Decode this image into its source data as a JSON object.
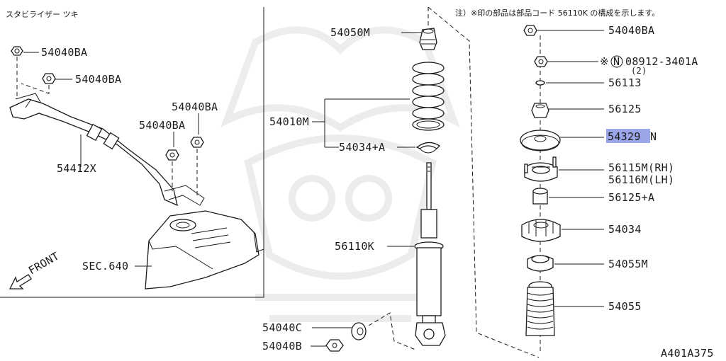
{
  "left_panel": {
    "title": "スタビライザー ツキ",
    "labels": {
      "nut_a": "54040BA",
      "nut_b": "54040BA",
      "nut_c": "54040BA",
      "nut_d": "54040BA",
      "stabilizer_bar": "54412X",
      "section_ref": "SEC.640",
      "front_arrow": "FRONT"
    }
  },
  "note": "注）※印の部品は部品コード 56110K の構成を示します。",
  "middle": {
    "bump_stopper": "54050M",
    "coil_spring": "54010M",
    "spring_seat": "54034+A",
    "strut": "56110K",
    "washer": "54040C",
    "bushing_nut": "54040B"
  },
  "right": {
    "top_nut": "54040BA",
    "nut_marked": "※",
    "nut_circled": "N",
    "nut_part": "08912-3401A",
    "nut_qty": "(2)",
    "washer": "56113",
    "nut_2": "56125",
    "mount_plate": "54329",
    "mount_plate_suffix": "N",
    "mount_rh": "56115M(RH)",
    "mount_lh": "56116M(LH)",
    "spacer": "56125+A",
    "insulator": "54034",
    "bound_bumper": "54055M",
    "boot": "54055"
  },
  "diagram_id": "A401A375",
  "highlight_color": "#9aa6e8"
}
